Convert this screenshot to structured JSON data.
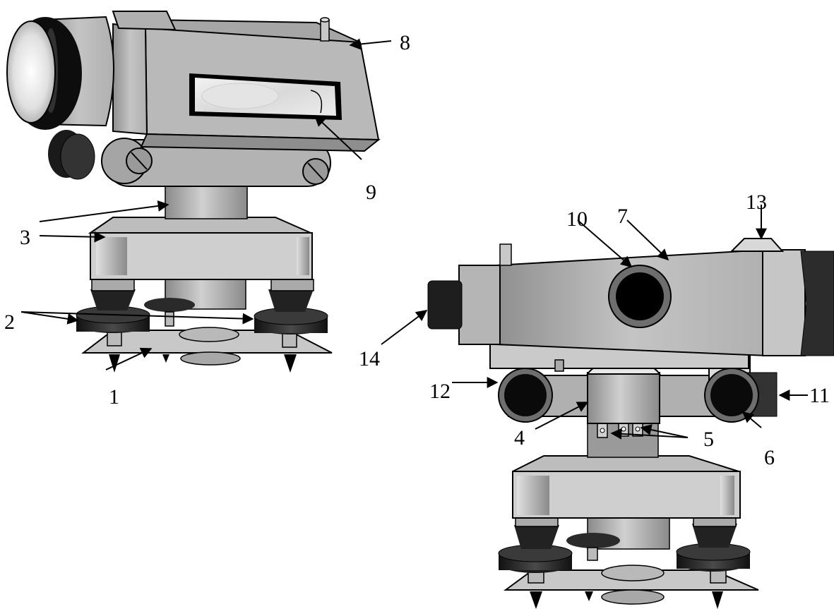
{
  "diagram": {
    "instruments": [
      {
        "id": "instrument-left",
        "view": "oblique"
      },
      {
        "id": "instrument-right",
        "view": "side"
      }
    ],
    "callouts": [
      "1",
      "2",
      "3",
      "4",
      "5",
      "6",
      "7",
      "8",
      "9",
      "10",
      "11",
      "12",
      "13",
      "14"
    ]
  }
}
